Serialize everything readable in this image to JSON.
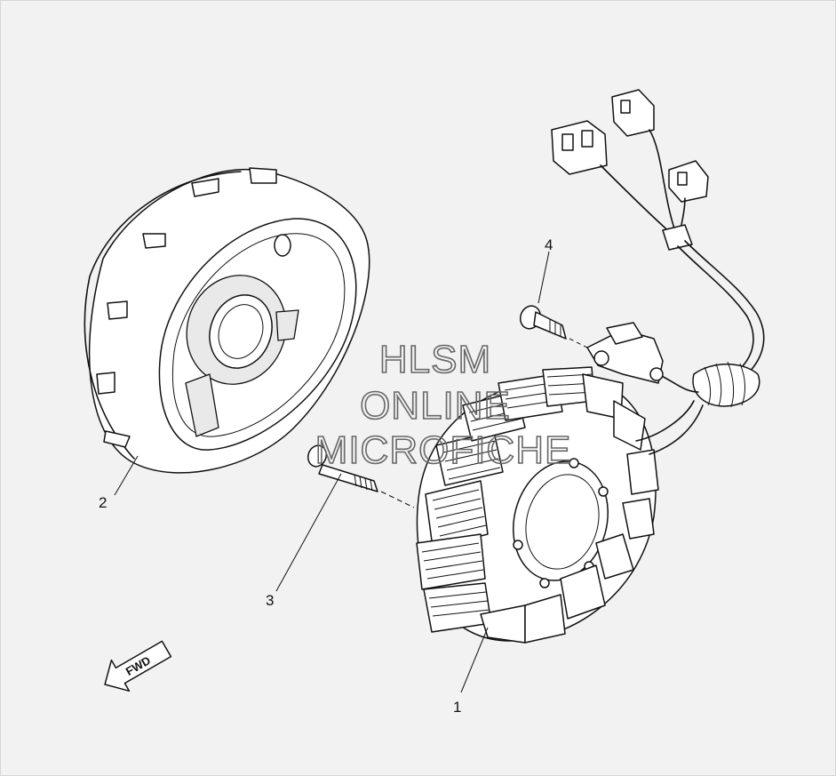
{
  "callouts": [
    {
      "id": "1",
      "label": "1"
    },
    {
      "id": "2",
      "label": "2"
    },
    {
      "id": "3",
      "label": "3"
    },
    {
      "id": "4",
      "label": "4"
    }
  ],
  "watermark": {
    "line1": "HLSM",
    "line2": "ONLINE",
    "line3": "MICROFICHE",
    "color": "#666666"
  },
  "direction_arrow": {
    "label": "FWD"
  },
  "colors": {
    "background": "#f2f2f2",
    "line": "#111111"
  }
}
